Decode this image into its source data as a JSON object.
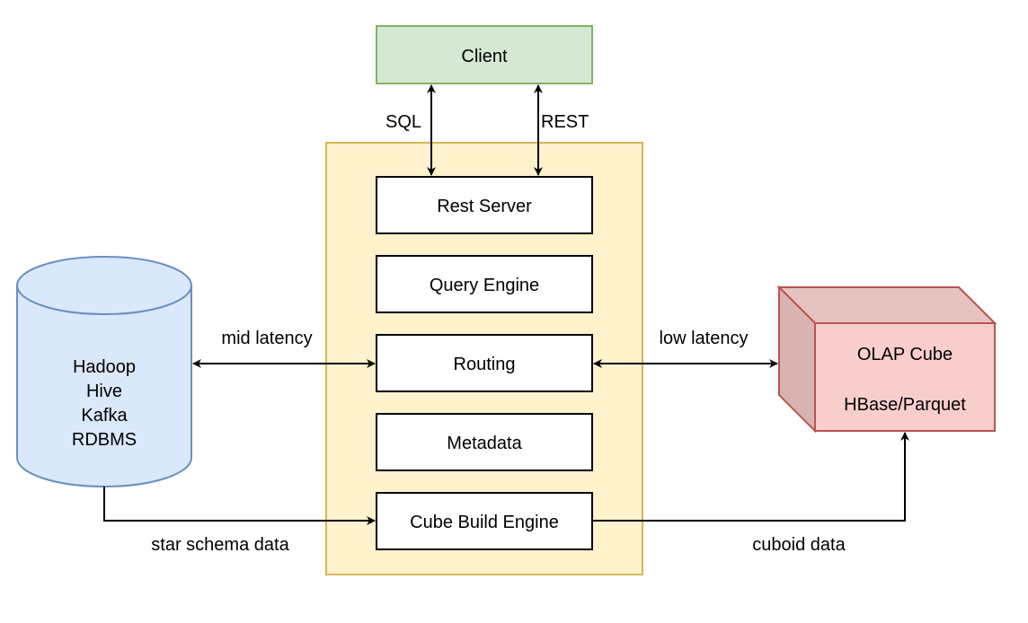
{
  "client": {
    "label": "Client",
    "fill": "#d5e8d4",
    "stroke": "#82b366"
  },
  "server_container": {
    "fill": "#fff2cc",
    "stroke": "#d6b656"
  },
  "components": [
    {
      "id": "rest-server",
      "label": "Rest Server"
    },
    {
      "id": "query-engine",
      "label": "Query Engine"
    },
    {
      "id": "routing",
      "label": "Routing"
    },
    {
      "id": "metadata",
      "label": "Metadata"
    },
    {
      "id": "cube-build-engine",
      "label": "Cube Build Engine"
    }
  ],
  "data_sources": {
    "lines": [
      "Hadoop",
      "Hive",
      "Kafka",
      "RDBMS"
    ],
    "fill": "#dae8fc",
    "stroke": "#6c8ebf"
  },
  "olap": {
    "title": "OLAP Cube",
    "storage": "HBase/Parquet",
    "fill": "#f8cecc",
    "stroke": "#b85450"
  },
  "edges": {
    "sql": "SQL",
    "rest": "REST",
    "mid_latency": "mid latency",
    "low_latency": "low latency",
    "star_schema": "star schema data",
    "cuboid": "cuboid data"
  }
}
